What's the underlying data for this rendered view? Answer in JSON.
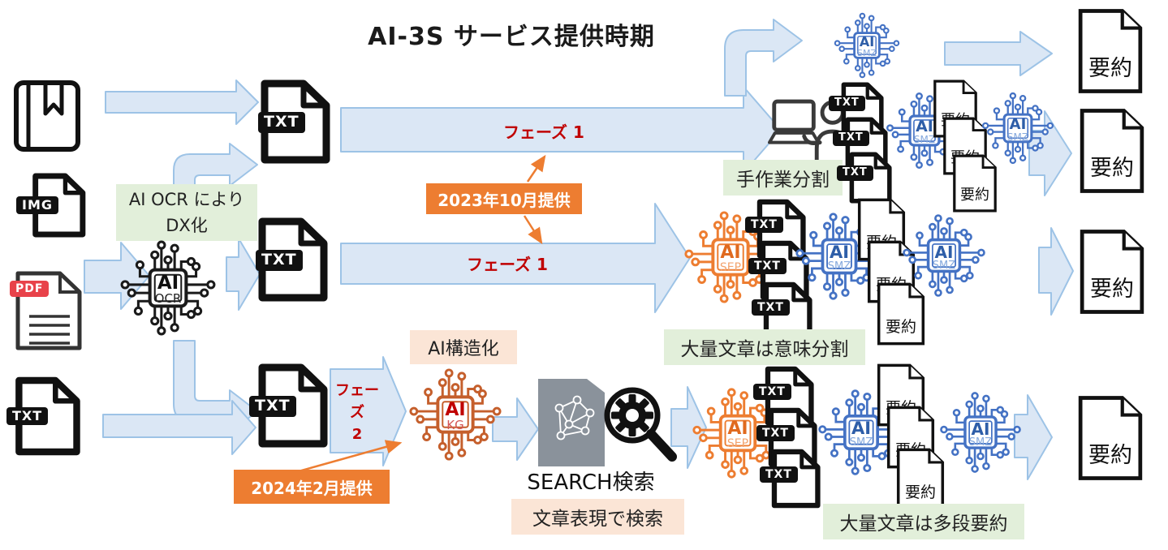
{
  "title": "AI-3S サービス提供時期",
  "colors": {
    "arrow_fill": "#dbe7f5",
    "arrow_stroke": "#9dc3e6",
    "orange_accent": "#ed7d31",
    "green_label": "#e2efda",
    "peach_label": "#fbe5d6",
    "phase_text": "#c00000",
    "blue_chip": "#4472c4",
    "orange_chip": "#ed7d31",
    "rust_chip": "#c55f2c"
  },
  "sources": {
    "img_label": "IMG",
    "pdf_label": "PDF"
  },
  "docs": {
    "txt": "TXT",
    "summary": "要約"
  },
  "ocr": {
    "caption_line1": "AI OCR により",
    "caption_line2": "DX化",
    "chip_main": "AI",
    "chip_sub": "OCR"
  },
  "phase1": {
    "label": "フェーズ 1",
    "provided": "2023年10月提供"
  },
  "phase2": {
    "label_line1": "フェーズ",
    "label_line2": "2",
    "provided": "2024年2月提供"
  },
  "kg": {
    "caption": "AI構造化",
    "chip_main": "AI",
    "chip_sub": "KG"
  },
  "search": {
    "title": "SEARCH検索",
    "caption": "文章表現で検索"
  },
  "chips": {
    "smz_main": "AI",
    "smz_sub": "SMZ",
    "sep_main": "AI",
    "sep_sub": "SEP"
  },
  "captions": {
    "manual_split": "手作業分割",
    "semantic_split": "大量文章は意味分割",
    "multistage_summary": "大量文章は多段要約"
  }
}
